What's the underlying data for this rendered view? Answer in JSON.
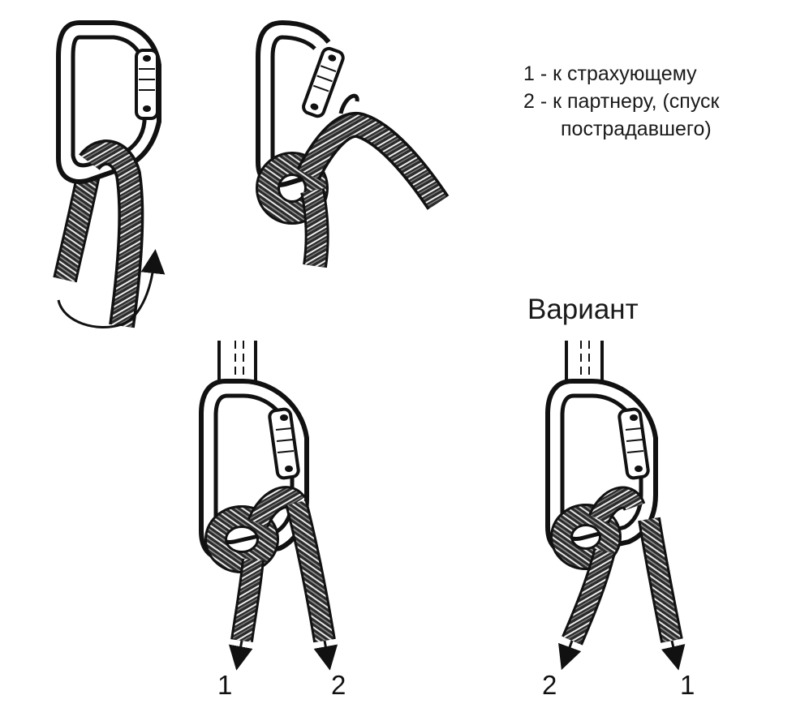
{
  "legend": {
    "line1": "1 - к страхующему",
    "line2a": "2 - к партнеру, (спуск",
    "line2b": "пострадавшего)"
  },
  "variant_title": "Вариант",
  "labels": {
    "left_a": "1",
    "left_b": "2",
    "right_a": "2",
    "right_b": "1"
  },
  "colors": {
    "ink": "#111111",
    "background": "#ffffff",
    "rope_fill": "#3a3a3a"
  }
}
